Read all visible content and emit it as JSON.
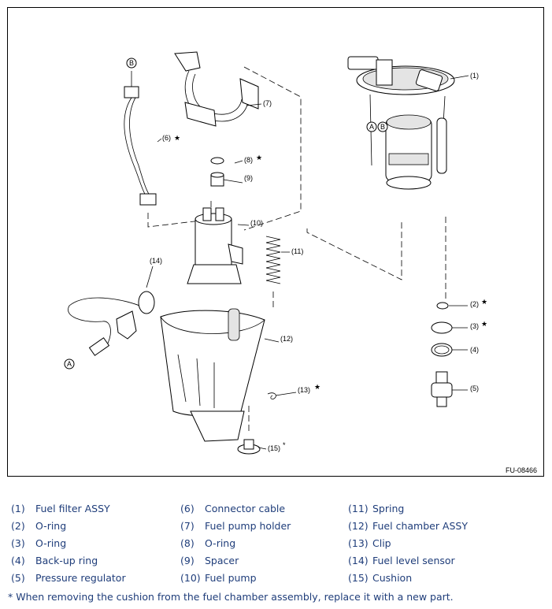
{
  "figure": {
    "id": "FU-08466",
    "callouts": {
      "c1": "(1)",
      "c2": "(2)",
      "c3": "(3)",
      "c4": "(4)",
      "c5": "(5)",
      "c6": "(6)",
      "c7": "(7)",
      "c8": "(8)",
      "c9": "(9)",
      "c10": "(10)",
      "c11": "(11)",
      "c12": "(12)",
      "c13": "(13)",
      "c14": "(14)",
      "c15": "(15)"
    },
    "markers": {
      "a": "A",
      "b": "B"
    },
    "stars": {
      "solid": "★",
      "asterisk": "*"
    }
  },
  "legend": {
    "items": [
      {
        "num": "(1)",
        "name": "Fuel filter ASSY"
      },
      {
        "num": "(2)",
        "name": "O-ring"
      },
      {
        "num": "(3)",
        "name": "O-ring"
      },
      {
        "num": "(4)",
        "name": "Back-up ring"
      },
      {
        "num": "(5)",
        "name": "Pressure regulator"
      },
      {
        "num": "(6)",
        "name": "Connector cable"
      },
      {
        "num": "(7)",
        "name": "Fuel pump holder"
      },
      {
        "num": "(8)",
        "name": "O-ring"
      },
      {
        "num": "(9)",
        "name": "Spacer"
      },
      {
        "num": "(10)",
        "name": "Fuel pump"
      },
      {
        "num": "(11)",
        "name": "Spring"
      },
      {
        "num": "(12)",
        "name": "Fuel chamber ASSY"
      },
      {
        "num": "(13)",
        "name": "Clip"
      },
      {
        "num": "(14)",
        "name": "Fuel level sensor"
      },
      {
        "num": "(15)",
        "name": "Cushion"
      }
    ]
  },
  "footnote": "* When removing the cushion from the fuel chamber assembly, replace it with a new part."
}
